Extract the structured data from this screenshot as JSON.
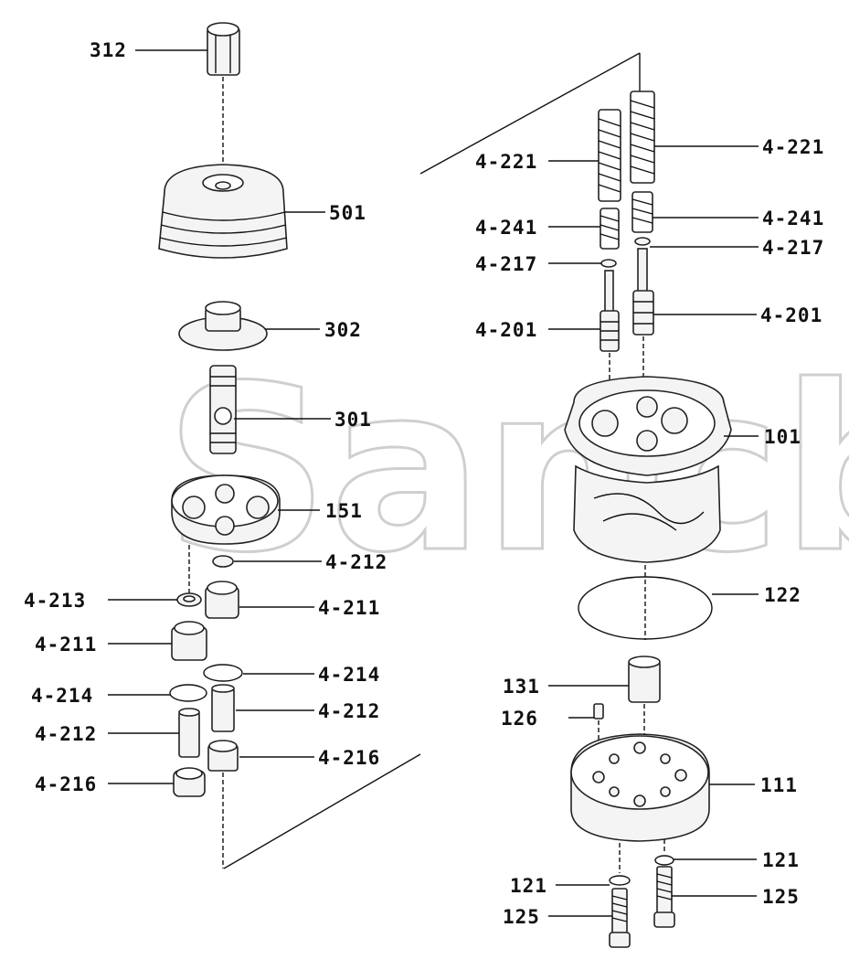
{
  "watermark": "Sancb",
  "labels": {
    "p312": "312",
    "p501": "501",
    "p302": "302",
    "p301": "301",
    "p151": "151",
    "p4_212a": "4-212",
    "p4_213": "4-213",
    "p4_211a": "4-211",
    "p4_211b": "4-211",
    "p4_214a": "4-214",
    "p4_214b": "4-214",
    "p4_212b": "4-212",
    "p4_212c": "4-212",
    "p4_216a": "4-216",
    "p4_216b": "4-216",
    "p4_221a": "4-221",
    "p4_221b": "4-221",
    "p4_241a": "4-241",
    "p4_241b": "4-241",
    "p4_217a": "4-217",
    "p4_217b": "4-217",
    "p4_201a": "4-201",
    "p4_201b": "4-201",
    "p101": "101",
    "p122": "122",
    "p131": "131",
    "p126": "126",
    "p111": "111",
    "p121a": "121",
    "p121b": "121",
    "p125a": "125",
    "p125b": "125"
  }
}
